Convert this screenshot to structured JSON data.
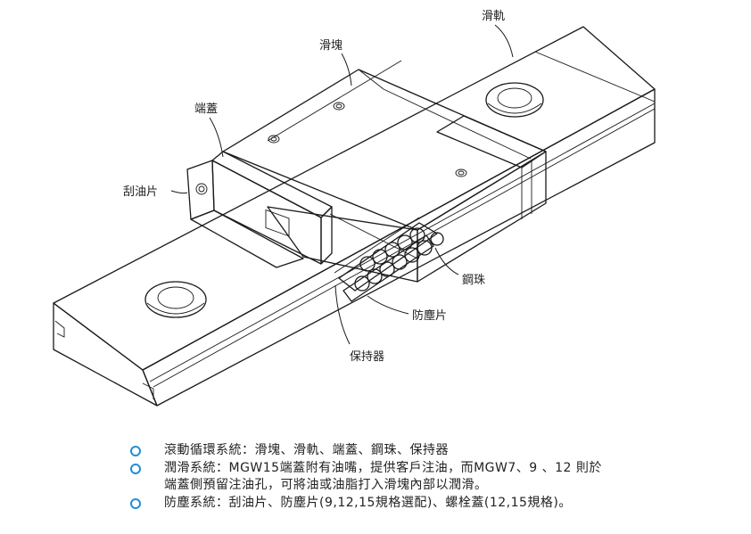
{
  "callouts": {
    "rail": "滑軌",
    "block": "滑塊",
    "end_cap": "端蓋",
    "scraper": "刮油片",
    "steel_ball": "鋼珠",
    "dust_plate": "防塵片",
    "retainer": "保持器"
  },
  "features": [
    {
      "line1": "滾動循環系統：滑塊、滑軌、端蓋、鋼珠、保持器",
      "line2": ""
    },
    {
      "line1": "潤滑系統：MGW15端蓋附有油嘴，提供客戶注油，而MGW7、9 、12 則於",
      "line2": "端蓋側預留注油孔，可將油或油脂打入滑塊內部以潤滑。"
    },
    {
      "line1": "防塵系統：刮油片、防塵片(9,12,15規格選配)、螺栓蓋(12,15規格)。",
      "line2": ""
    }
  ],
  "colors": {
    "bullet": "#1f8fd6",
    "ink": "#1a1a1a"
  }
}
